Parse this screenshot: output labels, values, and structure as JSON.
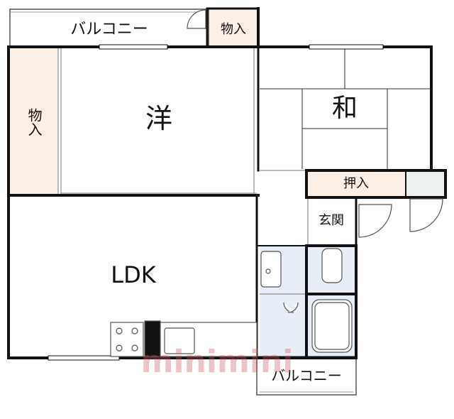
{
  "rooms": {
    "western": "洋",
    "japanese": "和",
    "ldk": "LDK",
    "entrance": "玄関"
  },
  "storage": {
    "top_closet": "物入",
    "left_closet": "物入",
    "oshiire": "押入"
  },
  "balconies": {
    "top": "バルコニー",
    "bottom": "バルコニー"
  },
  "watermark": "minimini",
  "colors": {
    "wall": "#111111",
    "storage_fill": "#fbefe6",
    "wet_area_fill": "#e8eef7",
    "watermark": "#c9535f"
  }
}
